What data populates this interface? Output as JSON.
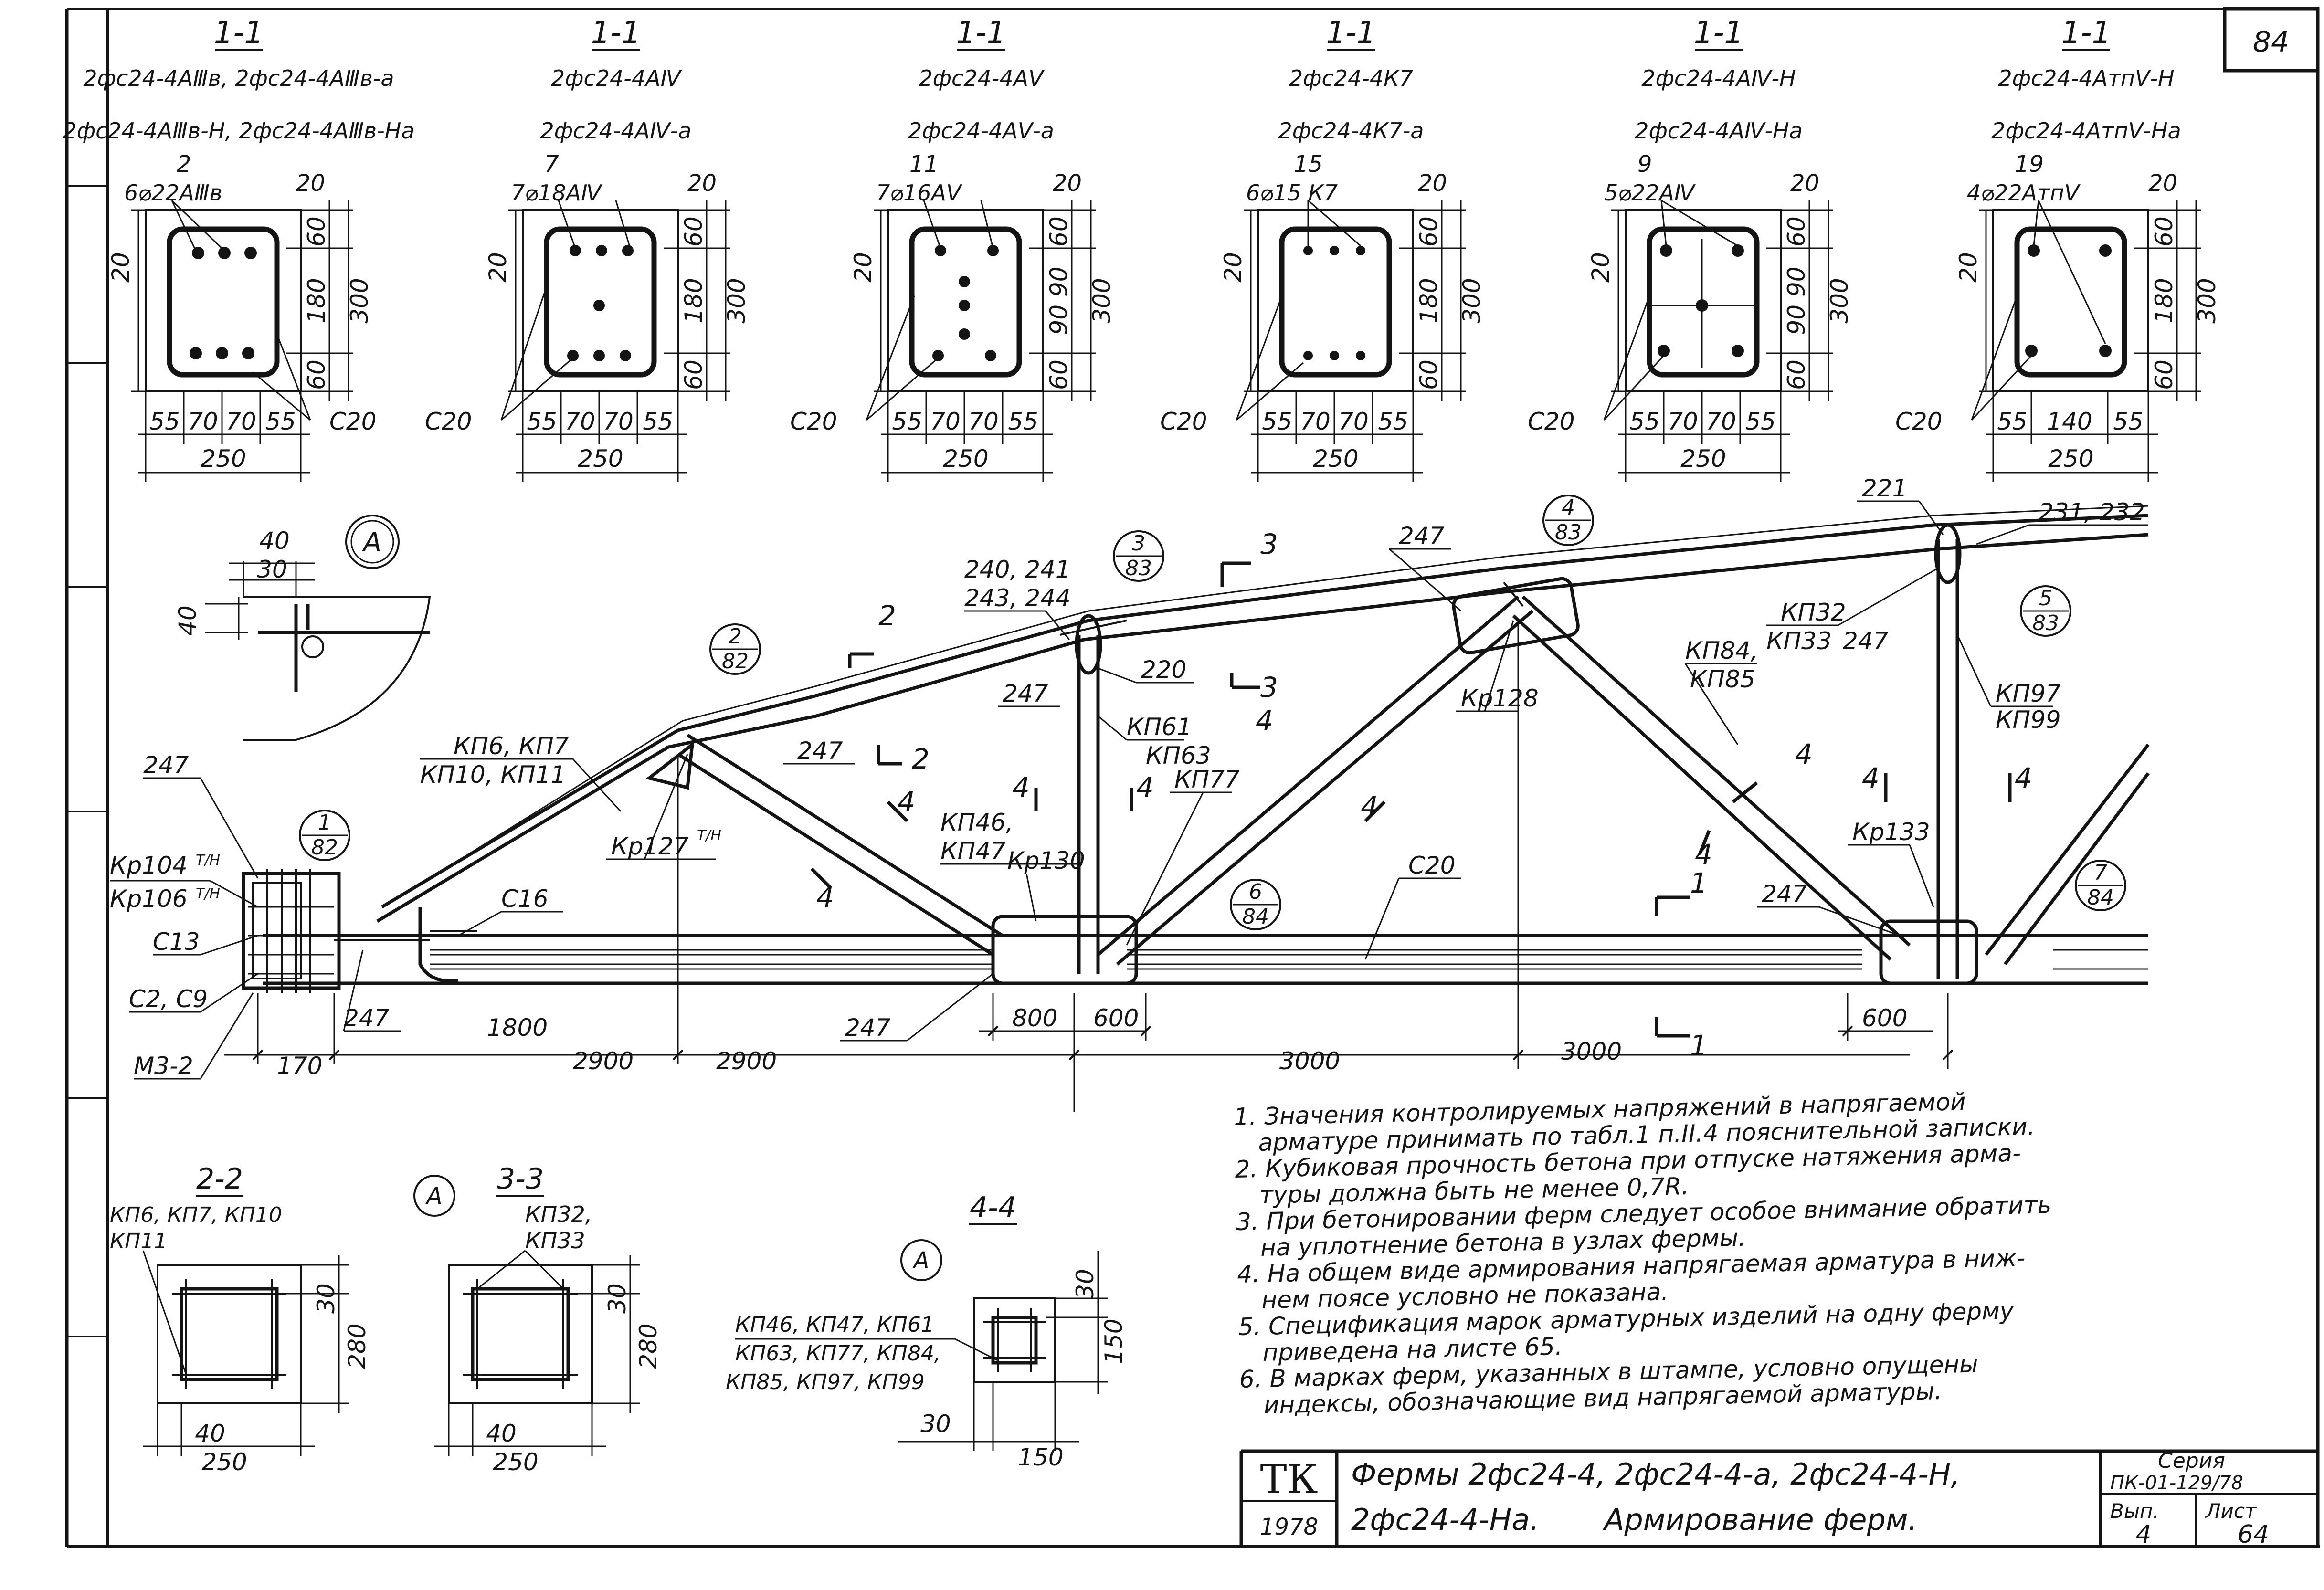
{
  "sheet_number_corner": "84",
  "sections": [
    {
      "label": "1-1",
      "types_1": "2фс24-4АⅢв, 2фс24-4АⅢв-а",
      "types_2": "2фс24-4АⅢв-Н, 2фс24-4АⅢв-На",
      "pos": "2",
      "rebar": "6⌀22АⅢв",
      "cover": "20",
      "h_top": "60",
      "h_mid": "180",
      "h_bot": "60",
      "h_total": "300",
      "left_cover": "20",
      "stirrup": "С20",
      "w_dims": [
        "55",
        "70",
        "70",
        "55"
      ],
      "width": "250"
    },
    {
      "label": "1-1",
      "types_1": "2фс24-4АⅣ",
      "types_2": "2фс24-4АⅣ-а",
      "pos": "7",
      "rebar": "7⌀18АⅣ",
      "cover": "20",
      "h_top": "60",
      "h_mid": "180",
      "h_bot": "60",
      "h_total": "300",
      "left_cover": "20",
      "stirrup": "С20",
      "w_dims": [
        "55",
        "70",
        "70",
        "55"
      ],
      "width": "250"
    },
    {
      "label": "1-1",
      "types_1": "2фс24-4АⅤ",
      "types_2": "2фс24-4АⅤ-а",
      "pos": "11",
      "rebar": "7⌀16АⅤ",
      "cover": "20",
      "h_top": "60",
      "h_mid": "90 90",
      "h_bot": "60",
      "h_total": "300",
      "left_cover": "20",
      "stirrup": "С20",
      "w_dims": [
        "55",
        "70",
        "70",
        "55"
      ],
      "width": "250"
    },
    {
      "label": "1-1",
      "types_1": "2фс24-4К7",
      "types_2": "2фс24-4К7-а",
      "pos": "15",
      "rebar": "6⌀15 К7",
      "cover": "20",
      "h_top": "60",
      "h_mid": "180",
      "h_bot": "60",
      "h_total": "300",
      "left_cover": "20",
      "stirrup": "С20",
      "w_dims": [
        "55",
        "70",
        "70",
        "55"
      ],
      "width": "250"
    },
    {
      "label": "1-1",
      "types_1": "2фс24-4АⅣ-Н",
      "types_2": "2фс24-4АⅣ-На",
      "pos": "9",
      "rebar": "5⌀22АⅣ",
      "cover": "20",
      "h_top": "60",
      "h_mid": "90 90",
      "h_bot": "60",
      "h_total": "300",
      "left_cover": "20",
      "stirrup": "С20",
      "w_dims": [
        "55",
        "70",
        "70",
        "55"
      ],
      "width": "250"
    },
    {
      "label": "1-1",
      "types_1": "2фс24-4АтпⅤ-Н",
      "types_2": "2фс24-4АтпⅤ-На",
      "pos": "19",
      "rebar": "4⌀22АтпⅤ",
      "cover": "20",
      "h_top": "60",
      "h_mid": "180",
      "h_bot": "60",
      "h_total": "300",
      "left_cover": "20",
      "stirrup": "С20",
      "w_dims": [
        "55",
        "140",
        "55"
      ],
      "width": "250"
    }
  ],
  "detail_a": {
    "bubble": "А",
    "dim_1": "40",
    "dim_2": "30",
    "dim_3": "40"
  },
  "truss_labels": {
    "node_1": {
      "num": "1",
      "sheet": "82"
    },
    "node_2": {
      "num": "2",
      "sheet": "82"
    },
    "node_3": {
      "num": "3",
      "sheet": "83"
    },
    "node_4": {
      "num": "4",
      "sheet": "83"
    },
    "node_5": {
      "num": "5",
      "sheet": "83"
    },
    "node_6": {
      "num": "6",
      "sheet": "84"
    },
    "node_7": {
      "num": "7",
      "sheet": "84"
    },
    "l_247": "247",
    "l_kr104": "Кр104",
    "l_kr106": "Кр106",
    "l_tn": "Т/Н",
    "l_c13": "С13",
    "l_c2c9": "С2, С9",
    "l_m32": "М3-2",
    "l_c16": "С16",
    "l_kp6": "КП6, КП7",
    "l_kp10": "КП10, КП11",
    "l_kr127": "Кр127",
    "l_240": "240, 241",
    "l_243": "243, 244",
    "l_220": "220",
    "l_kp61": "КП61",
    "l_kp63": "КП63",
    "l_kp77": "КП77",
    "l_kp46": "КП46,",
    "l_kp47": "КП47",
    "l_kr130": "Кр130",
    "l_kr128": "Кр128",
    "l_kp84": "КП84,",
    "l_kp85": "КП85",
    "l_kp32": "КП32",
    "l_kp33": "КП33",
    "l_kp97": "КП97",
    "l_kp99": "КП99",
    "l_kr133": "Кр133",
    "l_221": "221",
    "l_231": "231, 232",
    "l_c20": "С20",
    "cut_1": "1",
    "cut_2": "2",
    "cut_3": "3",
    "cut_4": "4"
  },
  "dims_bottom": {
    "d170": "170",
    "d1800": "1800",
    "d2900a": "2900",
    "d2900b": "2900",
    "d800": "800",
    "d600a": "600",
    "d3000a": "3000",
    "d3000b": "3000",
    "d600b": "600"
  },
  "notes": [
    "1. Значения контролируемых напряжений в напрягаемой",
    "арматуре принимать по табл.1 п.II.4 пояснительной записки.",
    "2. Кубиковая прочность бетона при отпуске натяжения арма-",
    "туры должна быть не менее 0,7R.",
    "3. При бетонировании ферм следует особое внимание обратить",
    "на уплотнение бетона в узлах фермы.",
    "4. На общем виде армирования напрягаемая арматура в ниж-",
    "нем поясе условно не показана.",
    "5. Спецификация марок арматурных изделий на одну ферму",
    "приведена на листе 65.",
    "6. В марках ферм, указанных в штампе, условно опущены",
    "индексы, обозначающие вид напрягаемой арматуры."
  ],
  "sec22": {
    "label": "2-2",
    "marks_1": "КП6, КП7, КП10",
    "marks_2": "КП11",
    "dim_30": "30",
    "dim_280": "280",
    "dim_40": "40",
    "dim_250": "250"
  },
  "sec33": {
    "bubble": "А",
    "label": "3-3",
    "marks_1": "КП32,",
    "marks_2": "КП33",
    "dim_30": "30",
    "dim_280": "280",
    "dim_40": "40",
    "dim_250": "250"
  },
  "sec44": {
    "bubble": "А",
    "label": "4-4",
    "marks_1": "КП46, КП47, КП61",
    "marks_2": "КП63, КП77, КП84,",
    "marks_3": "КП85, КП97, КП99",
    "dim_30a": "30",
    "dim_150a": "150",
    "dim_30b": "30",
    "dim_150b": "150"
  },
  "title_block": {
    "org": "ТК",
    "year": "1978",
    "title_1": "Фермы 2фс24-4, 2фс24-4-а, 2фс24-4-Н,",
    "title_2": "2фс24-4-На.",
    "title_3": "Армирование ферм.",
    "series_label": "Серия",
    "series": "ПК-01-129/78",
    "issue_label": "Вып.",
    "issue": "4",
    "sheet_label": "Лист",
    "sheet": "64"
  }
}
